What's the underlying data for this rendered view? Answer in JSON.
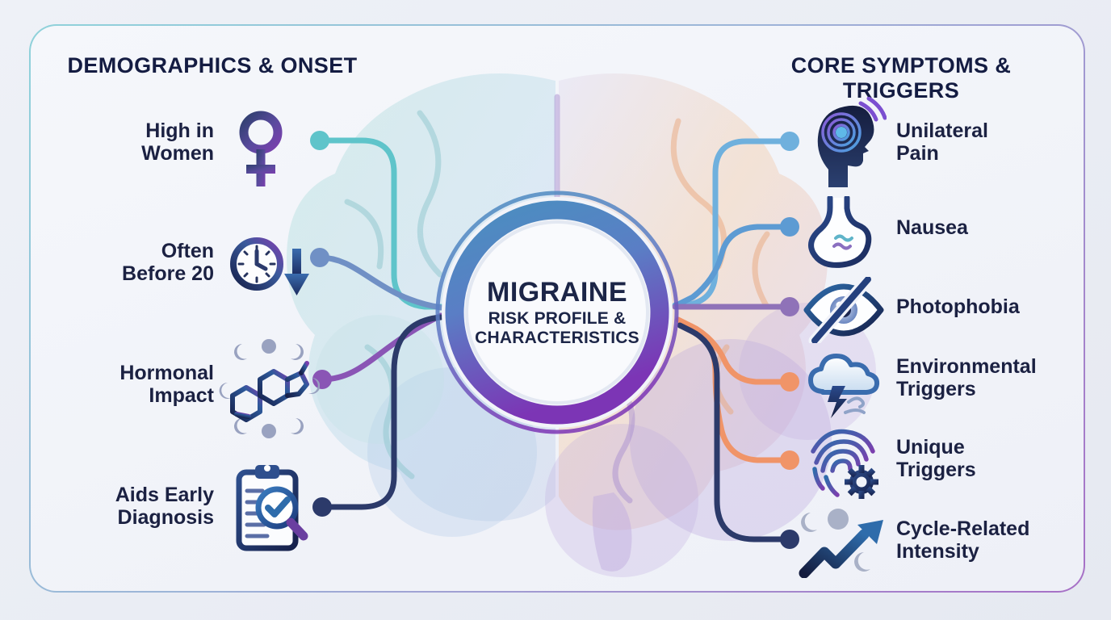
{
  "center": {
    "title": "MIGRAINE",
    "subtitle_line1": "RISK PROFILE &",
    "subtitle_line2": "CHARACTERISTICS"
  },
  "left_section": {
    "title": "DEMOGRAPHICS & ONSET",
    "items": [
      {
        "label": "High in Women",
        "lines": [
          "High in",
          "Women"
        ],
        "icon": "female-symbol-icon",
        "dot_color": "#5fc4ca"
      },
      {
        "label": "Often Before 20",
        "lines": [
          "Often",
          "Before 20"
        ],
        "icon": "clock-arrow-icon",
        "dot_color": "#7090c5"
      },
      {
        "label": "Hormonal Impact",
        "lines": [
          "Hormonal",
          "Impact"
        ],
        "icon": "hormone-molecule-icon",
        "dot_color": "#8a55b5"
      },
      {
        "label": "Aids Early Diagnosis",
        "lines": [
          "Aids Early",
          "Diagnosis"
        ],
        "icon": "diagnosis-clipboard-icon",
        "dot_color": "#2c3a6a"
      }
    ]
  },
  "right_section": {
    "title": "CORE SYMPTOMS & TRIGGERS",
    "items": [
      {
        "label": "Unilateral Pain",
        "lines": [
          "Unilateral",
          "Pain"
        ],
        "icon": "head-pain-icon",
        "dot_color": "#6fb0dd"
      },
      {
        "label": "Nausea",
        "lines": [
          "Nausea"
        ],
        "icon": "stomach-icon",
        "dot_color": "#5d9bd3"
      },
      {
        "label": "Photophobia",
        "lines": [
          "Photophobia"
        ],
        "icon": "eye-slash-icon",
        "dot_color": "#8f72b8"
      },
      {
        "label": "Environmental Triggers",
        "lines": [
          "Environmental",
          "Triggers"
        ],
        "icon": "storm-cloud-icon",
        "dot_color": "#f09468"
      },
      {
        "label": "Unique Triggers",
        "lines": [
          "Unique",
          "Triggers"
        ],
        "icon": "fingerprint-gear-icon",
        "dot_color": "#f09468"
      },
      {
        "label": "Cycle-Related Intensity",
        "lines": [
          "Cycle-Related",
          "Intensity"
        ],
        "icon": "trend-arrow-icon",
        "dot_color": "#2c3a6a"
      }
    ]
  },
  "colors": {
    "header_text": "#141c42",
    "label_text": "#1b2142",
    "ring_blue": "#4a8fc0",
    "ring_purple": "#7c35b5",
    "border_teal": "#8fd2da",
    "border_purple": "#a770c6",
    "brain_left": "#9fd8d4",
    "brain_right": "#f2b48c",
    "brain_lavender": "#b9a6dd"
  }
}
